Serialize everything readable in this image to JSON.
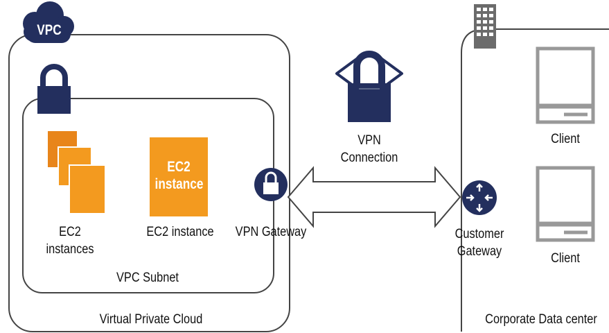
{
  "colors": {
    "navy": "#232F5E",
    "orange": "#F39A1F",
    "orange_dark": "#E8851A",
    "border": "#444444",
    "gray_icon": "#6B6B6B"
  },
  "vpc": {
    "badge": "VPC",
    "label": "Virtual Private Cloud",
    "subnet_label": "VPC Subnet",
    "lock_icon": "padlock-icon"
  },
  "ec2_group": {
    "label": "EC2\ninstances"
  },
  "ec2_single": {
    "icon_text": "EC2\ninstance",
    "label": "EC2 instance"
  },
  "vpn_gateway": {
    "label": "VPN Gateway",
    "icon": "padlock-circle-icon"
  },
  "vpn_connection": {
    "label": "VPN\nConnection",
    "icon": "lock-arrows-icon"
  },
  "datacenter": {
    "label": "Corporate Data center",
    "icon": "building-icon"
  },
  "customer_gateway": {
    "label": "Customer\nGateway",
    "icon": "router-icon"
  },
  "clients": [
    {
      "label": "Client"
    },
    {
      "label": "Client"
    }
  ]
}
